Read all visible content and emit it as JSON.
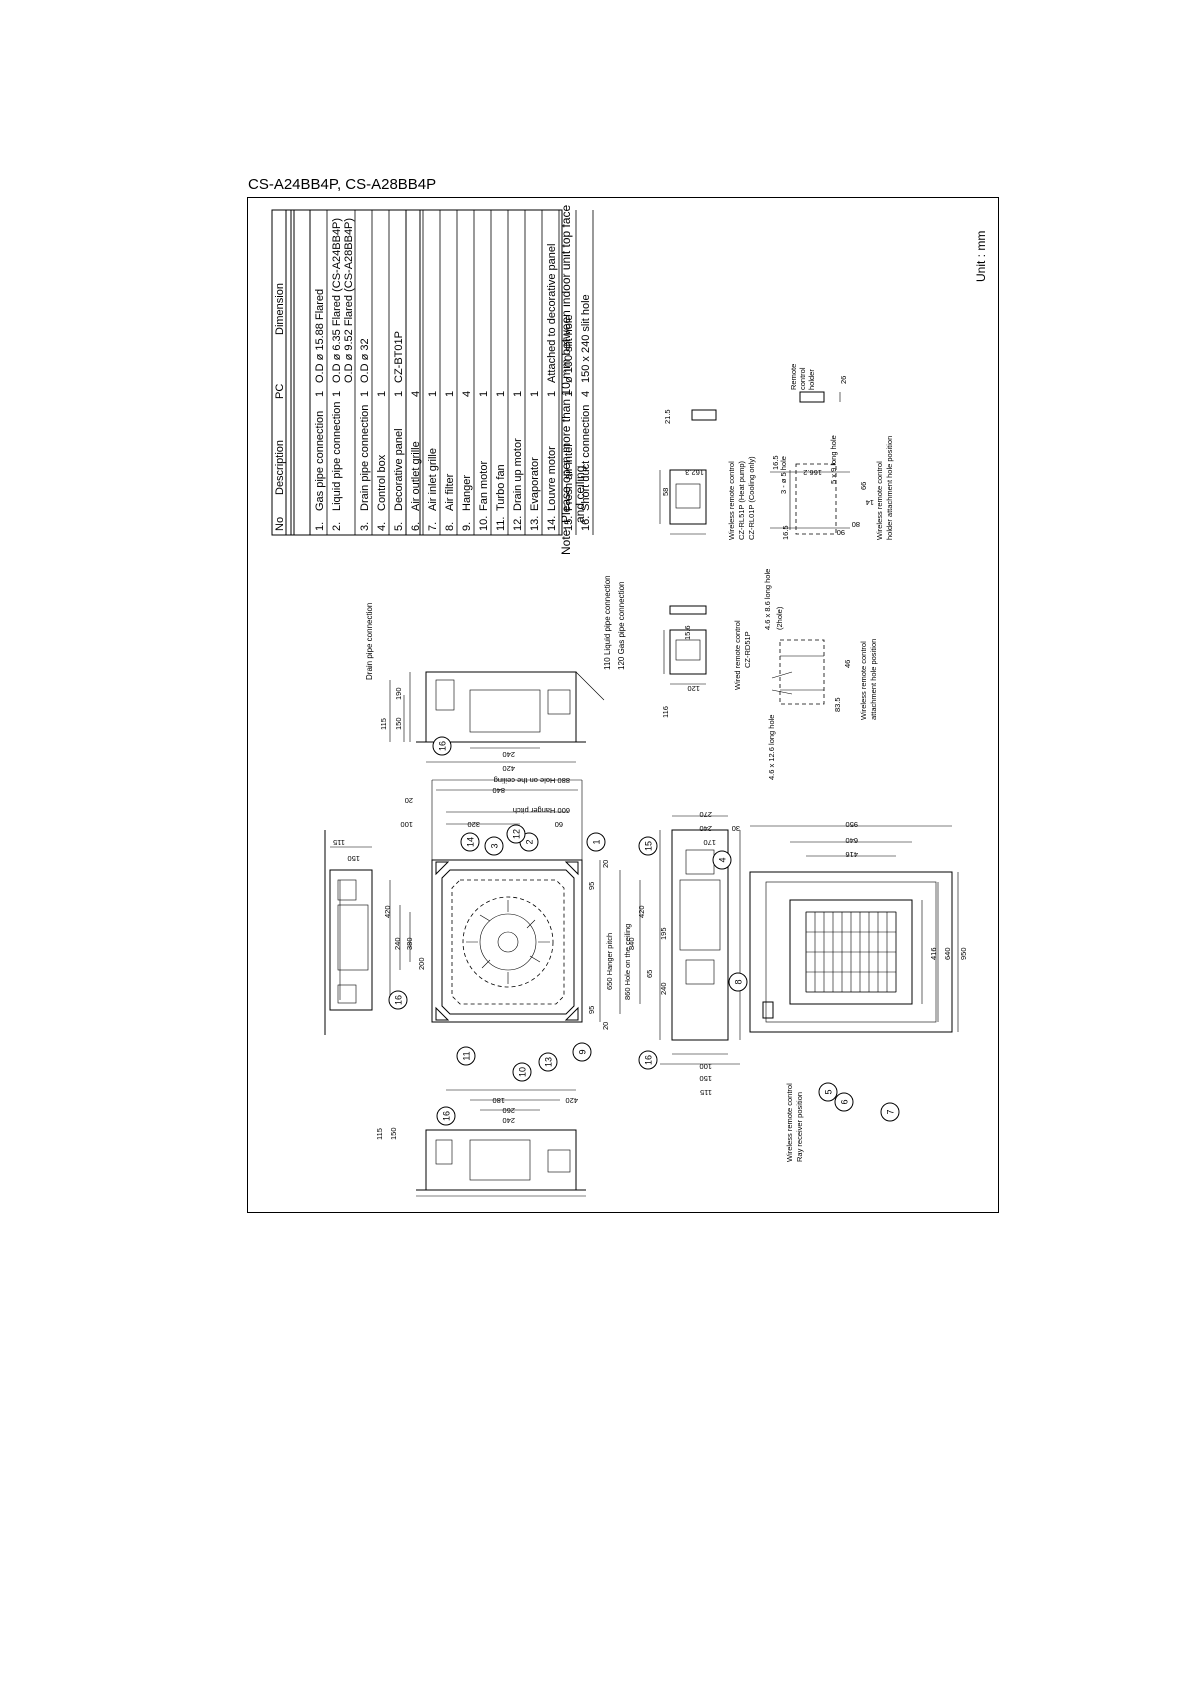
{
  "page": {
    "title": "CS-A24BB4P, CS-A28BB4P"
  },
  "parts_table": {
    "headers": {
      "no": "No",
      "description": "Description",
      "pc": "PC",
      "dimension": "Dimension"
    },
    "rows": [
      {
        "no": "1.",
        "description": "Gas pipe connection",
        "pc": "1",
        "dimension": "O.D ø 15.88 Flared"
      },
      {
        "no": "2.",
        "description": "Liquid pipe connection",
        "pc": "1",
        "dimension": "O.D ø 6.35 Flared (CS-A24BB4P)",
        "dimension2": "O.D ø 9.52 Flared (CS-A28BB4P)"
      },
      {
        "no": "3.",
        "description": "Drain pipe connection",
        "pc": "1",
        "dimension": "O.D ø 32"
      },
      {
        "no": "4.",
        "description": "Control box",
        "pc": "1",
        "dimension": ""
      },
      {
        "no": "5.",
        "description": "Decorative panel",
        "pc": "1",
        "dimension": "CZ-BT01P"
      },
      {
        "no": "6.",
        "description": "Air outlet grille",
        "pc": "4",
        "dimension": ""
      },
      {
        "no": "7.",
        "description": "Air inlet grille",
        "pc": "1",
        "dimension": ""
      },
      {
        "no": "8.",
        "description": "Air filter",
        "pc": "1",
        "dimension": ""
      },
      {
        "no": "9.",
        "description": "Hanger",
        "pc": "4",
        "dimension": ""
      },
      {
        "no": "10.",
        "description": "Fan motor",
        "pc": "1",
        "dimension": ""
      },
      {
        "no": "11.",
        "description": "Turbo fan",
        "pc": "1",
        "dimension": ""
      },
      {
        "no": "12.",
        "description": "Drain up motor",
        "pc": "1",
        "dimension": ""
      },
      {
        "no": "13.",
        "description": "Evaporator",
        "pc": "1",
        "dimension": ""
      },
      {
        "no": "14.",
        "description": "Louvre motor",
        "pc": "1",
        "dimension": "Attached to decorative panel"
      },
      {
        "no": "15.",
        "description": "Fresh air intel",
        "pc": "1",
        "dimension": "ø 100 slit hole"
      },
      {
        "no": "16.",
        "description": "Short duct connection",
        "pc": "4",
        "dimension": "150 x 240 slit hole"
      }
    ]
  },
  "note": {
    "line1": "Note: Please open more than 10 mm between indoor unit top face",
    "line2": "and ceiling"
  },
  "unit": "Unit : mm",
  "labels": {
    "drain_pipe": "Drain pipe connection",
    "liquid_pipe": "110 Liquid pipe connection",
    "gas_pipe": "120 Gas pipe connection",
    "wired_remote": "Wired remote control",
    "wired_remote_model": "CZ-RD51P",
    "wireless_remote": "Wireless remote control",
    "wireless_heat": "CZ-RL51P (Heat pump)",
    "wireless_cool": "CZ-RL01P (Cooling only)",
    "remote_holder": "Remote",
    "remote_holder2": "control",
    "remote_holder3": "holder",
    "long_hole_1": "4.6 x 8.6 long hole",
    "long_hole_2": "(2hole)",
    "long_hole_3": "4.6 x 12.6 long hole",
    "hole_3": "3 - ø 5 hole",
    "long_hole_4": "5 x 9 long hole",
    "attach_pos": "Wireless remote control",
    "attach_pos2": "attachment hole position",
    "holder_pos": "Wireless remote control",
    "holder_pos2": "holder attachment hole position",
    "receiver": "Wireless remote control",
    "receiver2": "Ray receiver position",
    "hole_ceiling": "880 Hole on the ceiling",
    "hole_ceiling2": "860 Hole on the ceiling",
    "hanger_pitch": "600 Hanger pitch",
    "hanger_pitch2": "650 Hanger pitch"
  },
  "dimensions": {
    "d840": "840",
    "d20": "20",
    "d100": "100",
    "d320": "320",
    "d60": "60",
    "d115": "115",
    "d150": "150",
    "d420": "420",
    "d240": "240",
    "d380": "380",
    "d200": "200",
    "d180": "180",
    "d260": "260",
    "d950": "950",
    "d640": "640",
    "d416": "416",
    "d270": "270",
    "d170": "170",
    "d30": "30",
    "d195": "195",
    "d65": "65",
    "d95": "95",
    "d190": "190",
    "d116": "116",
    "d120": "120",
    "d15_6": "15.6",
    "d58": "58",
    "d162_3": "162.3",
    "d21_5": "21.5",
    "d46": "46",
    "d83_5": "83.5",
    "d26": "26",
    "d16_5": "16.5",
    "d166_2": "166.2",
    "d66": "66",
    "d14": "14",
    "d80": "80",
    "d90": "90"
  },
  "callouts": [
    "1",
    "2",
    "3",
    "4",
    "5",
    "6",
    "7",
    "8",
    "9",
    "10",
    "11",
    "12",
    "13",
    "14",
    "15",
    "16"
  ]
}
